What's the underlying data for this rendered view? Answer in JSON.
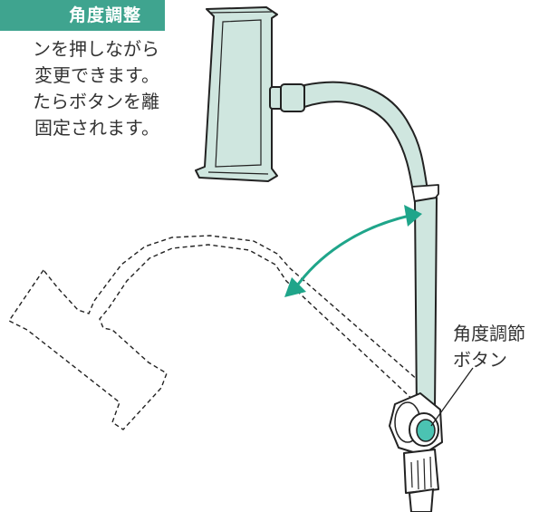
{
  "title": "角度調整",
  "instruction_lines": [
    "ンを押しながら",
    "変更できます。",
    "たらボタンを離",
    "固定されます。"
  ],
  "button_label_lines": [
    "角度調節",
    "ボタン"
  ],
  "colors": {
    "accent": "#3fa48f",
    "arrow": "#1fa58a",
    "body_fill": "#cfe6df",
    "button_center": "#4bc3b2",
    "outline": "#222222",
    "text": "#333333"
  }
}
